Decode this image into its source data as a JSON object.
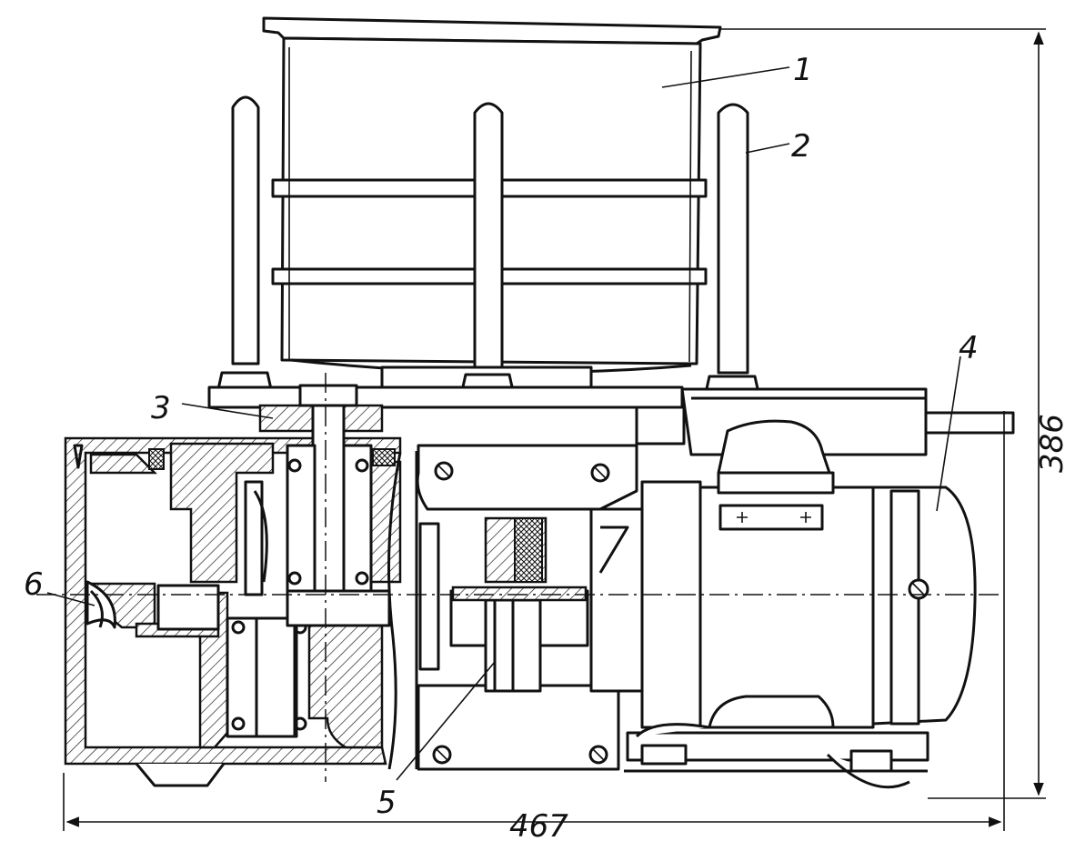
{
  "labels": {
    "part1": "1",
    "part2": "2",
    "part3": "3",
    "part4": "4",
    "part5": "5",
    "part6": "6"
  },
  "dimensions": {
    "width": "467",
    "height": "386"
  }
}
